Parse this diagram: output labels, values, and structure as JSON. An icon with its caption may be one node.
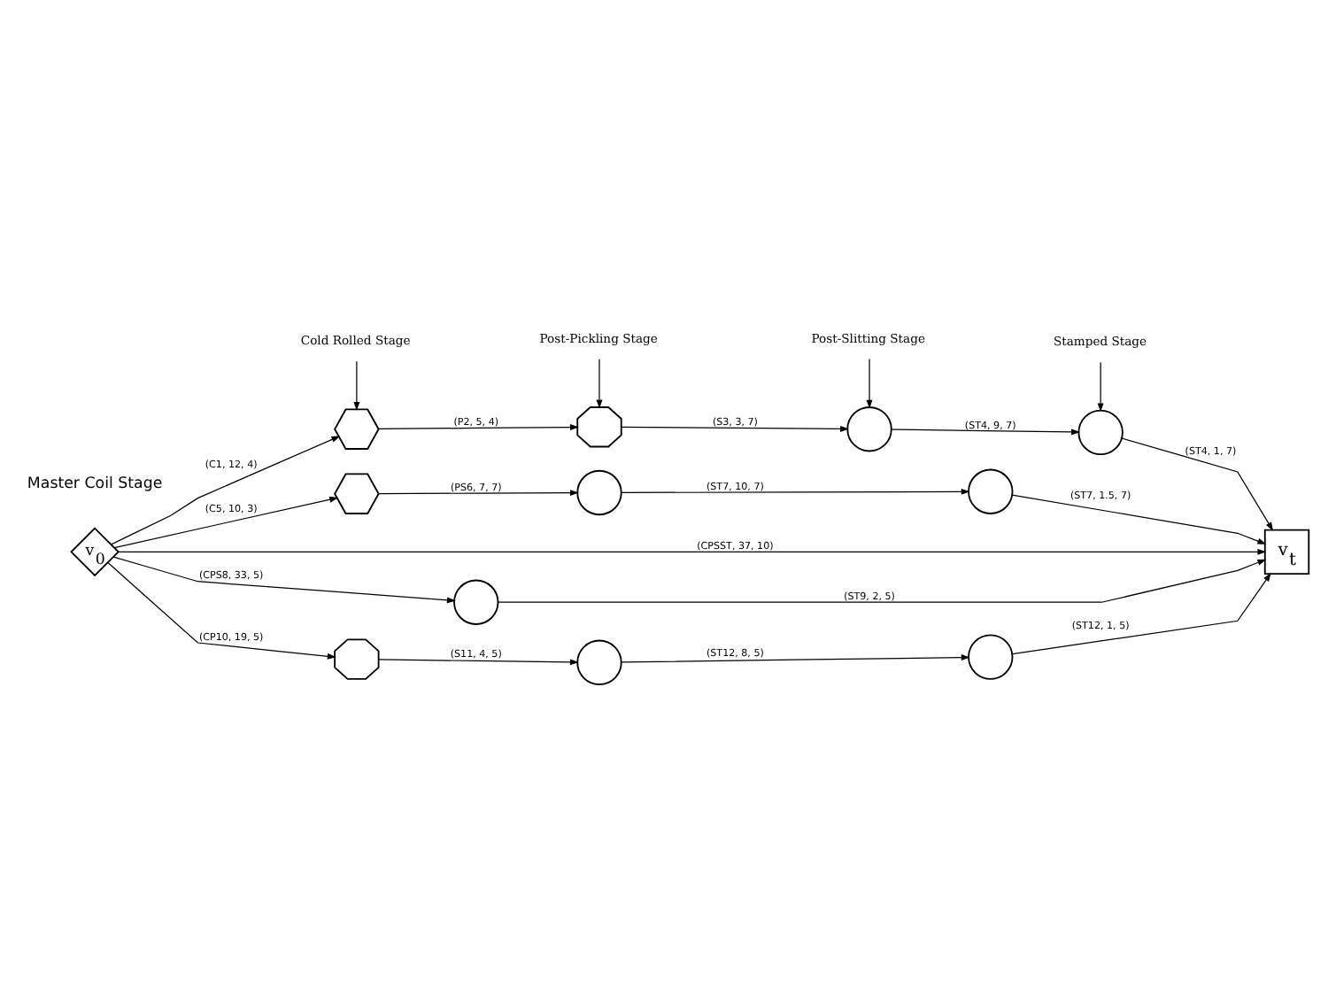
{
  "diagram": {
    "nodes": [
      {
        "text": [
          "Cold Rolled Stage"
        ]
      },
      {
        "text": [
          "Post-Pickling Stage"
        ]
      },
      {
        "text": [
          "Post-Slitting Stage"
        ]
      },
      {
        "text": [
          "Stamped Stage"
        ]
      },
      {
        "text": [],
        "shape": "hexagon"
      },
      {
        "text": [],
        "shape": "octagon"
      },
      {
        "text": [],
        "shape": "circle"
      },
      {
        "text": [],
        "shape": "circle"
      },
      {
        "text": [],
        "shape": "hexagon"
      },
      {
        "text": [],
        "shape": "circle"
      },
      {
        "text": [],
        "shape": "circle"
      },
      {
        "text": [
          "v$_{0}$"
        ]
      },
      {
        "text": [
          "v$_{t}$"
        ]
      },
      {
        "text": [],
        "shape": "circle"
      },
      {
        "text": [],
        "shape": "octagon"
      },
      {
        "text": [],
        "shape": "circle"
      },
      {
        "text": [],
        "shape": "circle"
      }
    ],
    "edges": [
      {
        "from": 0,
        "to": 4,
        "arrow": "to"
      },
      {
        "from": 1,
        "to": 5,
        "arrow": "to"
      },
      {
        "from": 2,
        "to": 6,
        "arrow": "to"
      },
      {
        "from": 3,
        "to": 7,
        "arrow": "to"
      },
      {
        "from": 11,
        "to": 4,
        "arrow": "to",
        "label": "(C1, 12, 4)"
      },
      {
        "from": 4,
        "to": 5,
        "arrow": "to",
        "label": "(P2, 5, 4)"
      },
      {
        "from": 5,
        "to": 6,
        "arrow": "to",
        "label": "(S3, 3, 7)"
      },
      {
        "from": 6,
        "to": 7,
        "arrow": "to",
        "label": "(ST4, 9, 7)"
      },
      {
        "from": 7,
        "to": 12,
        "arrow": "to",
        "label": "(ST4, 1, 7)"
      },
      {
        "from": 11,
        "to": 8,
        "arrow": "to",
        "label": "(C5, 10, 3)"
      },
      {
        "from": 8,
        "to": 9,
        "arrow": "to",
        "label": "(PS6, 7, 7)"
      },
      {
        "from": 9,
        "to": 10,
        "arrow": "to",
        "label": "(ST7, 10, 7)"
      },
      {
        "from": 10,
        "to": 12,
        "arrow": "to",
        "label": "(ST7, 1.5, 7)"
      },
      {
        "from": 11,
        "to": 12,
        "arrow": "to",
        "label": "(CPSST, 37, 10)"
      },
      {
        "from": 11,
        "to": 13,
        "arrow": "to",
        "label": "(CPS8, 33, 5)"
      },
      {
        "from": 13,
        "to": 12,
        "arrow": "to",
        "label": "(ST9, 2, 5)"
      },
      {
        "from": 11,
        "to": 14,
        "arrow": "to",
        "label": "(CP10, 19, 5)"
      },
      {
        "from": 14,
        "to": 15,
        "arrow": "to",
        "label": "(S11, 4, 5)"
      },
      {
        "from": 15,
        "to": 16,
        "arrow": "to",
        "label": "(ST12, 8, 5)"
      },
      {
        "from": 16,
        "to": 12,
        "arrow": "to",
        "label": "(ST12, 1, 5)"
      }
    ],
    "labels": [
      "Master Coil Stage"
    ]
  }
}
